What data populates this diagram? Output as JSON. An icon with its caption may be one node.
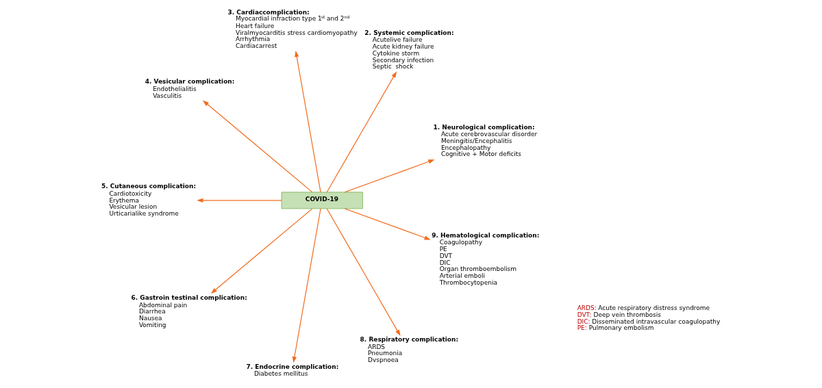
{
  "diagram": {
    "nodes": [
      {
        "text": [
          "COVID-19"
        ]
      },
      {
        "text": [
          "1. Neurological complication:",
          "Acute cerebrovascular disorder",
          "Meningitis/Encephalitis",
          "Encephalopathy",
          "Cognitive + Motor deficits"
        ]
      },
      {
        "text": [
          "2. Systemic complication:",
          "Acutelive failure",
          "Acute kidney failure",
          "Cytokine storm",
          "Secondary infection",
          "Septic  shock"
        ]
      },
      {
        "text": [
          "3. Cardiaccomplication:",
          "Myocardial infraction type 1$^{st}$ and 2$^{nd}$",
          "Heart failure",
          "Viralmyocarditis stress cardiomyopathy",
          "Arrhythmia",
          "Cardiacarrest"
        ]
      },
      {
        "text": [
          "4. Vesicular complication:",
          "Endothelialitis",
          "Vasculitis"
        ]
      },
      {
        "text": [
          "5. Cutaneous complication:",
          "Cardiotoxicity",
          "Erythema",
          "Vesicular lesion",
          "Urticarialike syndrome"
        ]
      },
      {
        "text": [
          "6. Gastroin testinal complication:",
          "Abdominal pain",
          "Diarrhea",
          "Nausea",
          "Vomiting"
        ]
      },
      {
        "text": [
          "7. Endocrine complication:",
          "Diabetes mellitus"
        ]
      },
      {
        "text": [
          "8. Respiratory complication:",
          "ARDS",
          "Pneumonia",
          "Dvspnoea"
        ]
      },
      {
        "text": [
          "9. Hematological complication:",
          "Coagulopathy",
          "PE",
          "DVT",
          "DIC",
          "Organ thromboembolism",
          "Arterial emboli",
          "Thrombocytopenia"
        ]
      }
    ],
    "edges": [
      {
        "from": 0,
        "to": 1,
        "arrow": "to"
      },
      {
        "from": 0,
        "to": 2,
        "arrow": "to"
      },
      {
        "from": 0,
        "to": 3,
        "arrow": "to"
      },
      {
        "from": 0,
        "to": 4,
        "arrow": "to"
      },
      {
        "from": 0,
        "to": 5,
        "arrow": "to"
      },
      {
        "from": 0,
        "to": 6,
        "arrow": "to"
      },
      {
        "from": 0,
        "to": 7,
        "arrow": "to"
      },
      {
        "from": 0,
        "to": 8,
        "arrow": "to"
      },
      {
        "from": 0,
        "to": 9,
        "arrow": "to"
      }
    ],
    "labels": [
      "ARDS: Acute respiratory distress syndrome",
      "DVT: Deep vein thrombosis",
      "DIC: Disseminated intravascular coagulopathy",
      "PE: Pulmonary embolism"
    ]
  }
}
